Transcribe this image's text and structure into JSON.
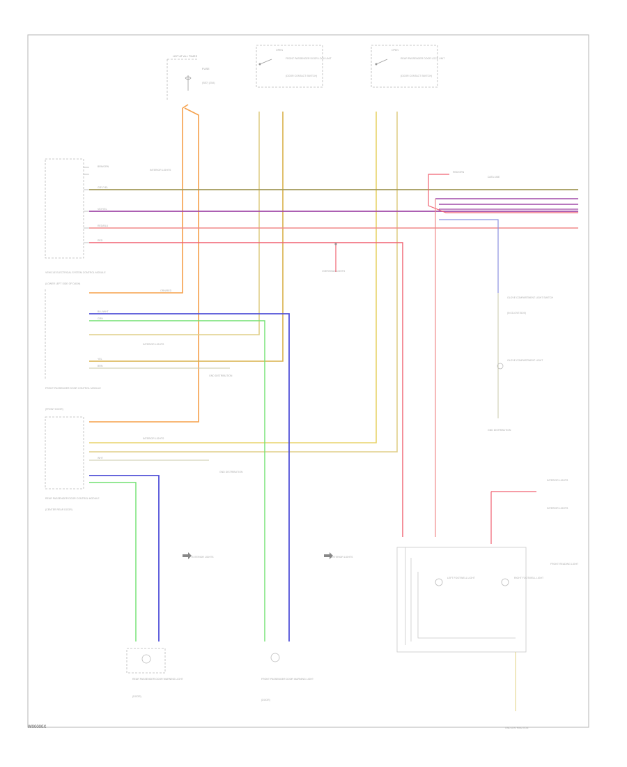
{
  "diagram": {
    "id": "W00000X",
    "colors": {
      "orange": "#f5a04a",
      "tan": "#d8c07a",
      "yellow": "#e8d36a",
      "olive": "#a39a5a",
      "violet": "#a04aa8",
      "pink": "#f08080",
      "red": "#f06070",
      "blue": "#5050d8",
      "green": "#70e070",
      "lightblue": "#8a90e0",
      "gray": "#9a9a9a"
    },
    "components": [
      {
        "id": "fuse",
        "name": "FUSE",
        "sub": "(SB7) (20A)",
        "aux": "HOT AT ALL TIMES"
      },
      {
        "id": "front-pass-door-switch",
        "name": "FRONT PASSENGER DOOR LOCK UNIT",
        "sub": "(DOOR CONTACT SWITCH)",
        "aux": "OPEN"
      },
      {
        "id": "rear-door-switch",
        "name": "REAR PASSENGER DOOR LOCK UNIT",
        "sub": "(DOOR CONTACT SWITCH)",
        "aux": "OPEN"
      },
      {
        "id": "comfort-module",
        "name": "VEHICLE ELECTRICAL SYSTEM CONTROL MODULE",
        "sub": "(LOWER LEFT SIDE OF DASH)"
      },
      {
        "id": "front-door-module",
        "name": "FRONT PASSENGER DOOR CONTROL MODULE",
        "sub": "(FRONT DOOR)"
      },
      {
        "id": "rear-door-module",
        "name": "REAR PASSENGER DOOR CONTROL MODULE",
        "sub": "(CENTER REAR DOOR)"
      },
      {
        "id": "entry-switch",
        "name": "GLOVE COMPARTMENT LIGHT SWITCH",
        "sub": "(IN GLOVE BOX)"
      },
      {
        "id": "glove-light",
        "name": "GLOVE COMPARTMENT LIGHT"
      },
      {
        "id": "rear-light",
        "name": "REAR PASSENGER DOOR WARNING LIGHT",
        "sub": "(DOOR)"
      },
      {
        "id": "front-light",
        "name": "FRONT PASSENGER DOOR WARNING LIGHT",
        "sub": "(DOOR)"
      },
      {
        "id": "left-lamp",
        "name": "LEFT FOOTWELL LIGHT"
      },
      {
        "id": "right-lamp",
        "name": "RIGHT FOOTWELL LIGHT"
      },
      {
        "id": "reading-light",
        "name": "FRONT READING LIGHT"
      }
    ],
    "refs": [
      {
        "id": "r-engine-lights",
        "text": "INTERIOR LIGHTS"
      },
      {
        "id": "r-instr",
        "text": "INTERIOR LIGHTS"
      },
      {
        "id": "r-instr2",
        "text": "INTERIOR LIGHTS"
      },
      {
        "id": "r-ground1",
        "text": "GND DISTRIBUTION"
      },
      {
        "id": "r-ground2",
        "text": "GND DISTRIBUTION"
      },
      {
        "id": "r-ground3",
        "text": "GND DISTRIBUTION"
      },
      {
        "id": "r-ground4",
        "text": "GND DISTRIBUTION"
      },
      {
        "id": "r-exterior-rear",
        "text": "EXTERIOR LIGHTS"
      },
      {
        "id": "r-exterior-front",
        "text": "EXTERIOR LIGHTS"
      },
      {
        "id": "r-data-line",
        "text": "DATA LINE"
      },
      {
        "id": "r-overhead",
        "text": "OVERHEAD LIGHTS"
      },
      {
        "id": "r-interior-left",
        "text": "INTERIOR LIGHTS"
      },
      {
        "id": "r-interior-bot",
        "text": "GND DISTRIBUTION"
      },
      {
        "id": "r-interior-reading",
        "text": "INTERIOR LIGHTS"
      }
    ],
    "wire_labels": {
      "orn_red": "ORN/RED",
      "brn_grn": "BRN/GRN",
      "brn": "BRN",
      "red_blu": "RED/BLU",
      "vio_yel": "VIO/YEL",
      "red_grn": "RED/GRN",
      "blu_wht": "BLU/WHT",
      "grn": "GRN",
      "gry_yel": "GRY/YEL",
      "red": "RED",
      "yel": "YEL",
      "wht": "WHT"
    }
  }
}
